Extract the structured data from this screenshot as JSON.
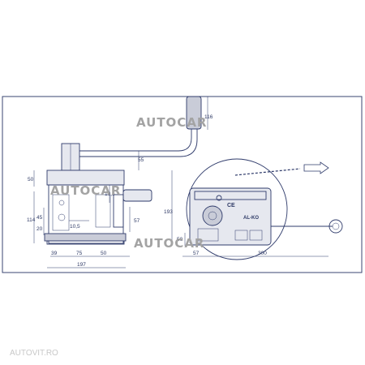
{
  "watermarks": [
    "AUTOCAR",
    "AUTOCAR",
    "AUTOCAR"
  ],
  "corner_logo": "AUTOVIT.RO",
  "left_view": {
    "dims": [
      "50",
      "114",
      "20",
      "45",
      "10,5",
      "10,5",
      "57",
      "55",
      "39",
      "75",
      "50",
      "197"
    ]
  },
  "right_view": {
    "dims": [
      "116",
      "193",
      "50",
      "57",
      "300"
    ],
    "badges": [
      "CE",
      "AL-KO"
    ]
  },
  "colors": {
    "line": "#2f3b6b",
    "frame": "#3a4470",
    "watermark": "#a3a3a3"
  }
}
